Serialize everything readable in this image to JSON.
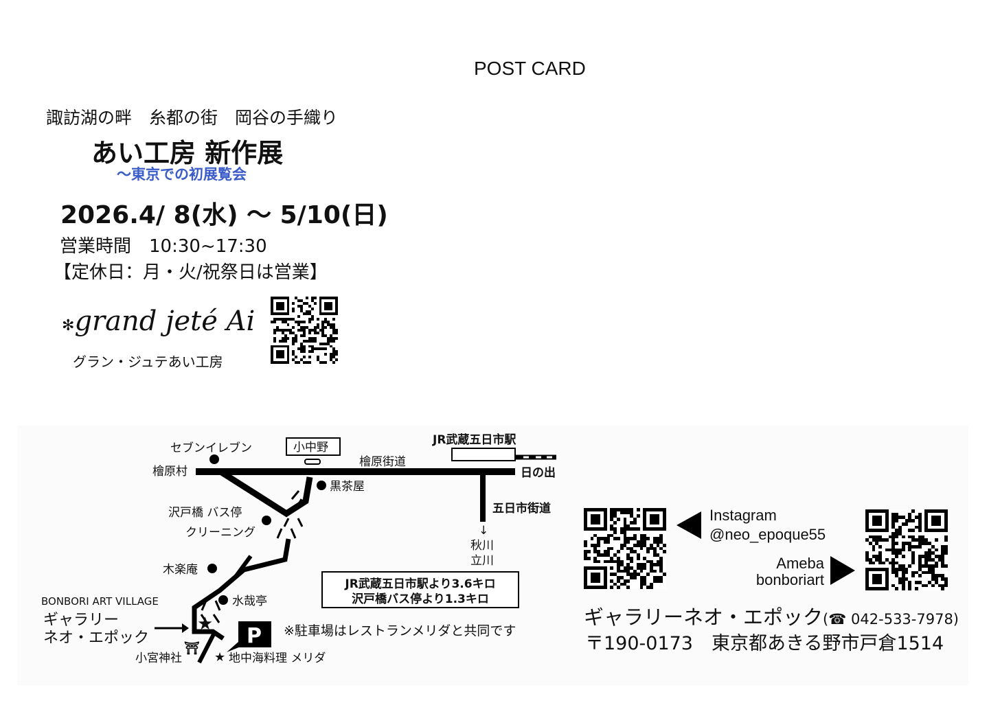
{
  "header": "POST CARD",
  "subtitle": "諏訪湖の畔　糸都の街　岡谷の手織り",
  "title": "あい工房 新作展",
  "tagline": "〜東京での初展覧会",
  "dates": "2026.4/ 8(水) 〜 5/10(日)",
  "hours": "営業時間　10:30~17:30",
  "closed": "【定休日：月・火/祝祭日は営業】",
  "logo": {
    "name": "grand jeté Ai",
    "kana": "グラン・ジュテあい工房"
  },
  "map": {
    "labels": {
      "seven": "セブンイレブン",
      "konakano": "小中野",
      "jr_station": "JR武蔵五日市駅",
      "hinohara_village": "檜原村",
      "hinohara_road": "檜原街道",
      "hinode": "日の出",
      "kurochaya": "黒茶屋",
      "itsukaichi_road": "五日市街道",
      "sawatobashi": "沢戸橋 バス停",
      "cleaning": "クリーニング",
      "akigawa": "秋川",
      "tachikawa": "立川",
      "arrow_down": "↓",
      "mokurakuan": "木楽庵",
      "suisaitei": "水哉亭",
      "village": "BONBORI ART VILLAGE",
      "gallery1": "ギャラリー",
      "gallery2": "ネオ・エポック",
      "shrine": "小宮神社",
      "parking": "P",
      "restaurant": "地中海料理 メリダ",
      "parking_note": "※駐車場はレストランメリダと共同です",
      "dist1": "JR武蔵五日市駅より3.6キロ",
      "dist2": "沢戸橋バス停より1.3キロ"
    }
  },
  "social": {
    "instagram_label": "Instagram",
    "instagram_handle": "@neo_epoque55",
    "ameba_label": "Ameba",
    "ameba_handle": "bonboriart"
  },
  "contact": {
    "name": "ギャラリーネオ・エポック",
    "phone": "(☎ 042-533-7978)",
    "address": "〒190-0173　東京都あきる野市戸倉1514"
  }
}
